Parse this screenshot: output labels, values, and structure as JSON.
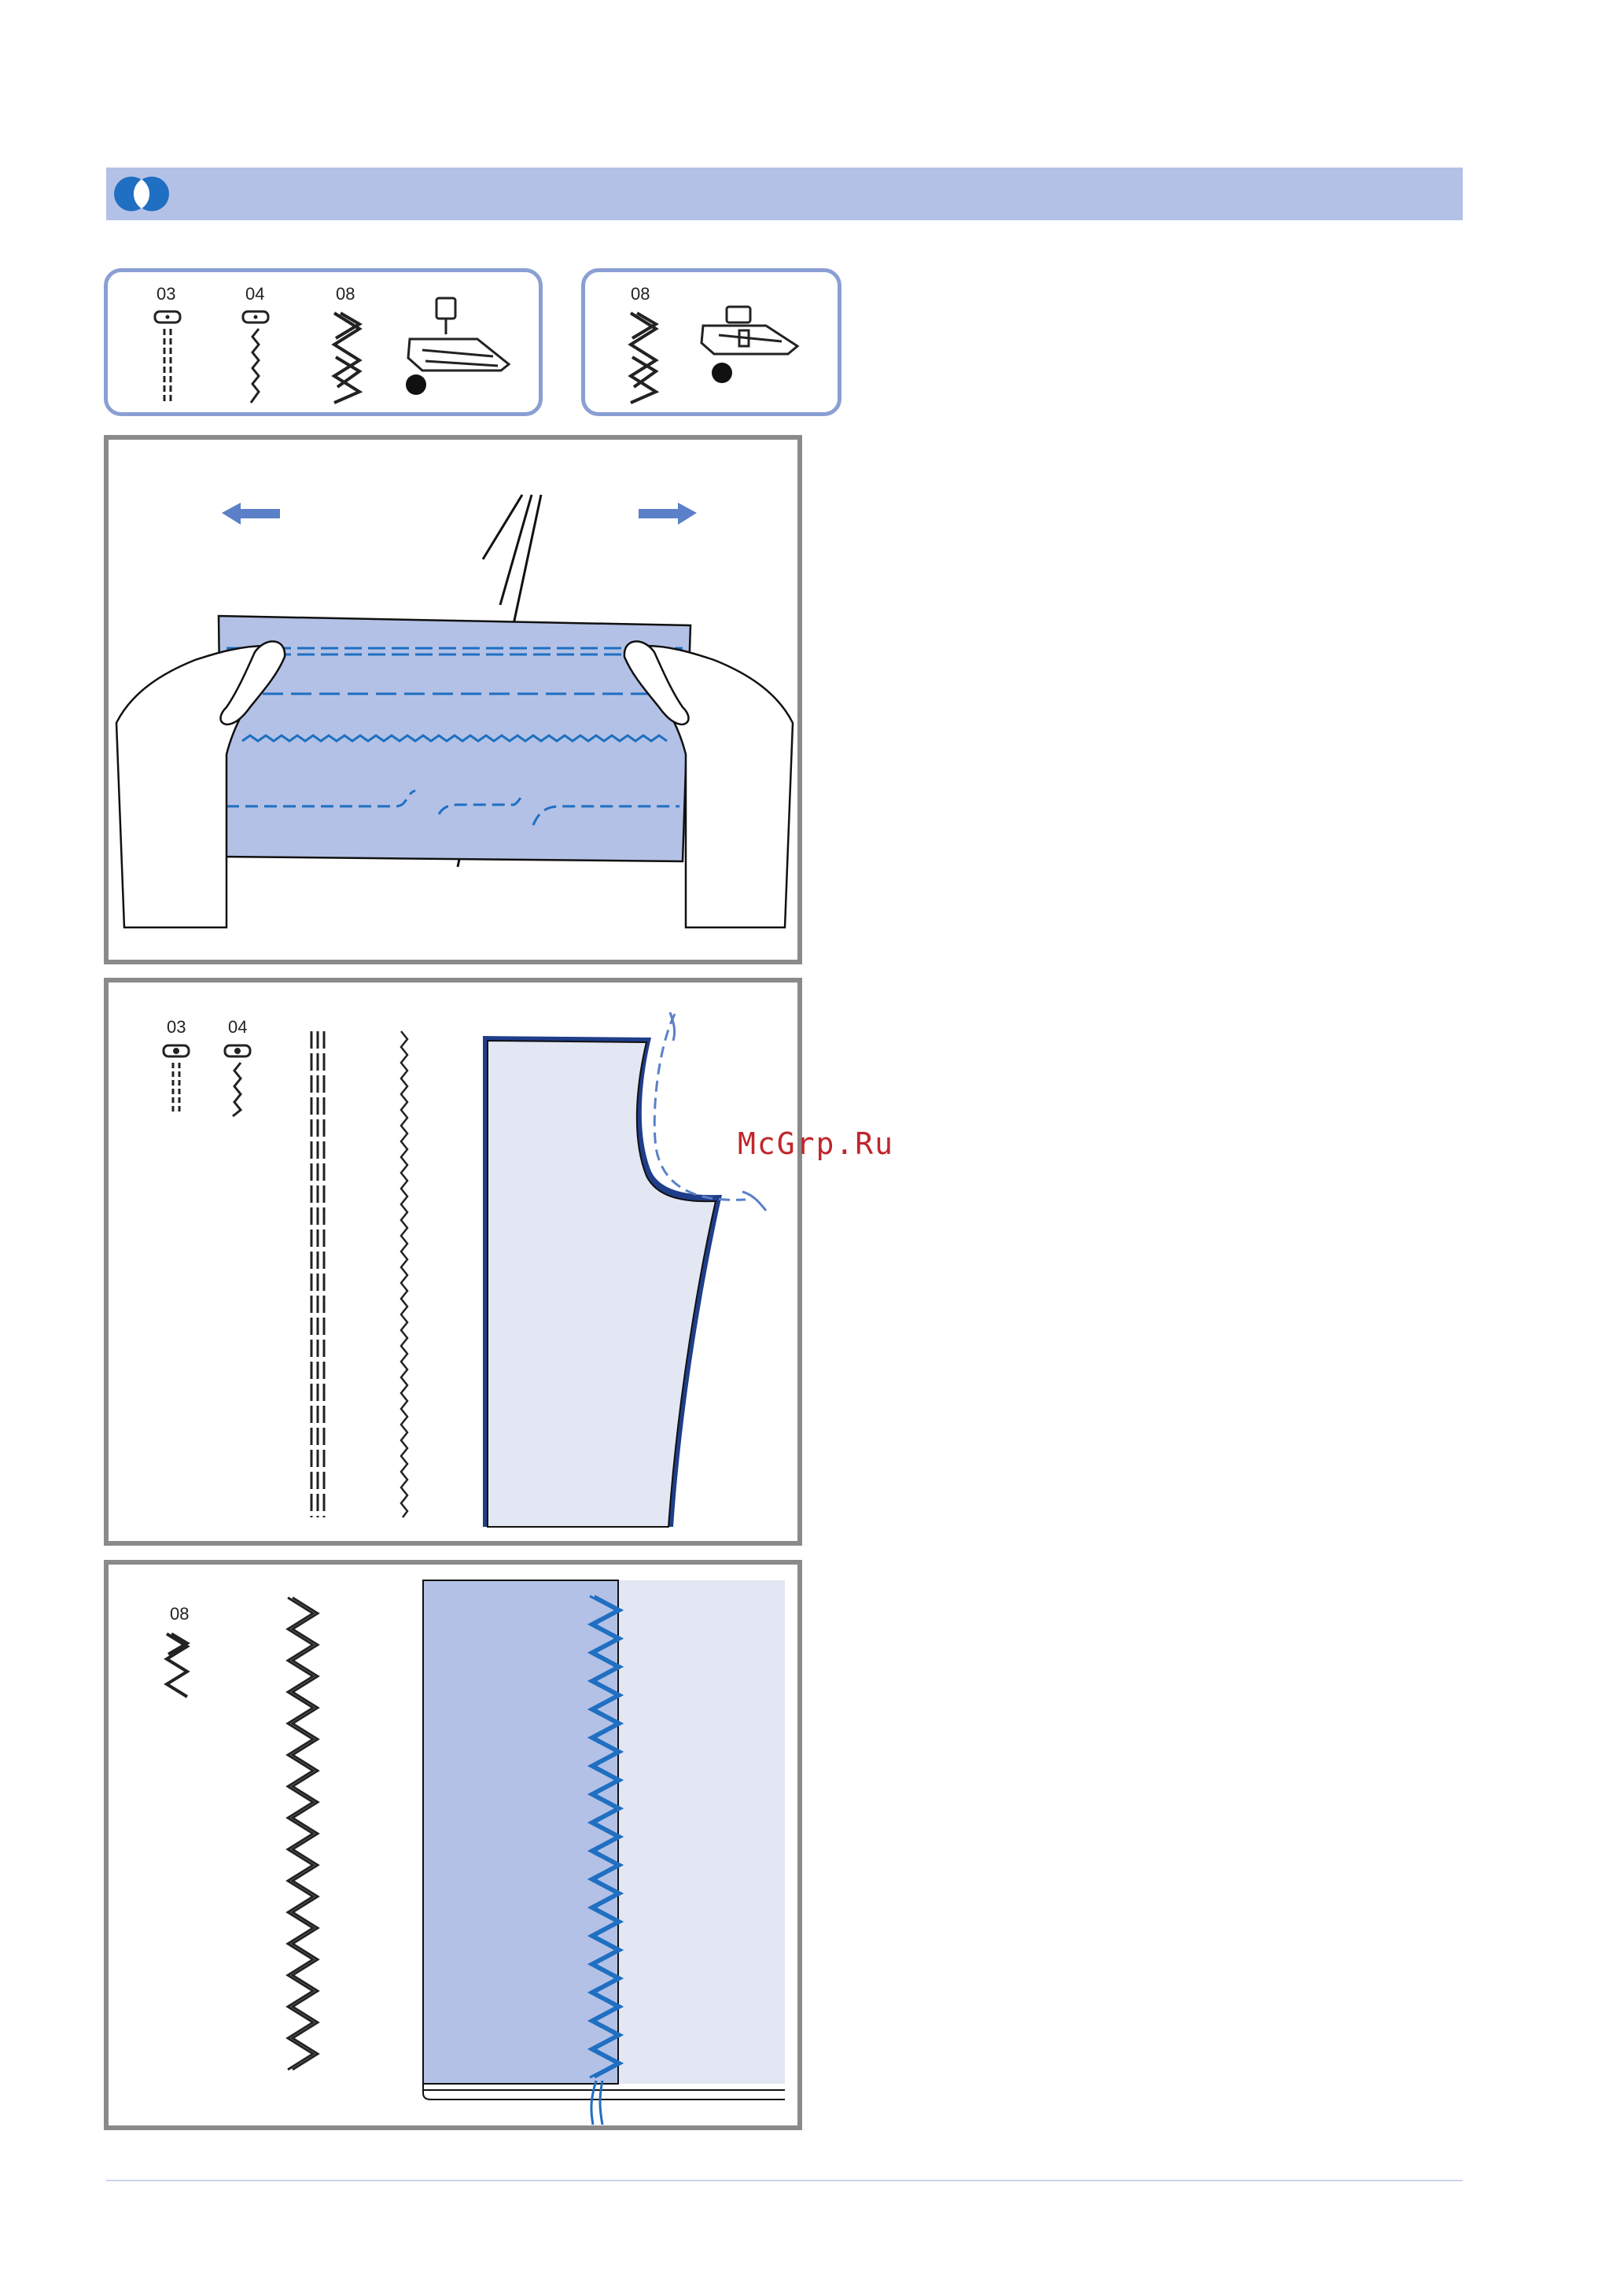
{
  "colors": {
    "header_bar": "#b3c1e6",
    "accent_blue": "#1f6fc2",
    "fabric": "#b3c1e6",
    "fabric_light": "#e3e7f4",
    "panel_border_round": "#8a9fd3",
    "panel_border_box": "#8a8a8a",
    "watermark": "#c0262c"
  },
  "header": {
    "icon": "double-circle-icon"
  },
  "panel_top_left": {
    "stitch_numbers": [
      "03",
      "04",
      "08"
    ],
    "icons": [
      "needle-plate-icon",
      "zigzag-stitch-icon",
      "presser-foot-icon"
    ]
  },
  "panel_top_right": {
    "stitch_numbers": [
      "08"
    ],
    "icons": [
      "zigzag-stitch-icon",
      "presser-foot-icon"
    ]
  },
  "panel_stretch": {
    "icons": [
      "arrow-left-icon",
      "arrow-right-icon",
      "hands-icon"
    ]
  },
  "panel_seams": {
    "stitch_numbers": [
      "03",
      "04"
    ]
  },
  "panel_overcast": {
    "stitch_numbers": [
      "08"
    ]
  },
  "watermark": {
    "text": "McGrp.Ru"
  }
}
